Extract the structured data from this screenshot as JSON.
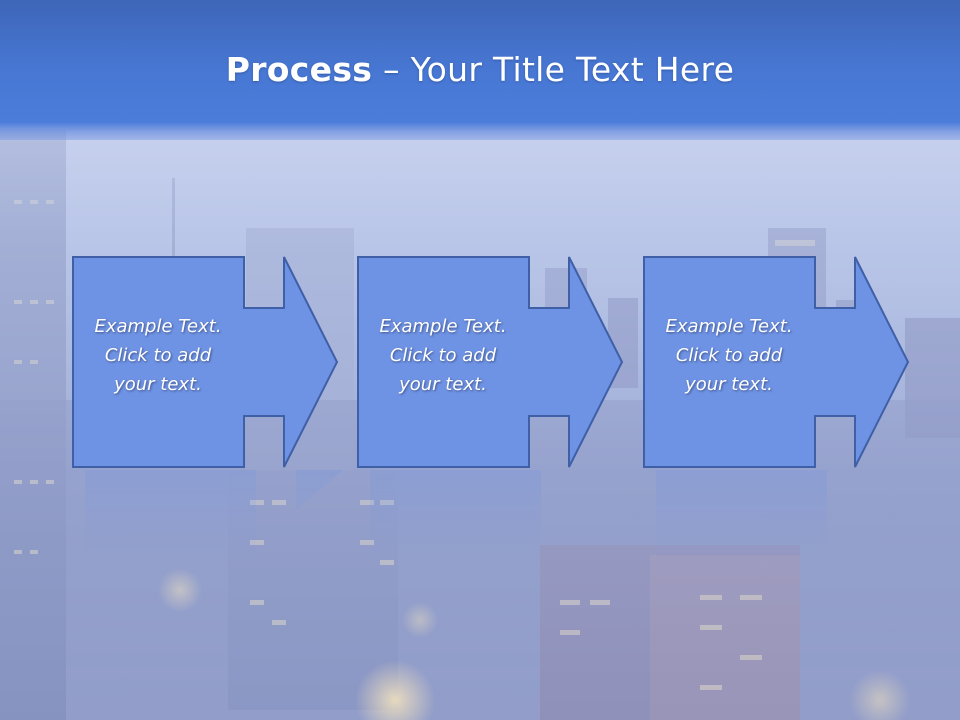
{
  "slide": {
    "title_bold": "Process",
    "title_rest": " – Your Title Text Here",
    "steps": [
      {
        "text_line1": "Example Text.",
        "text_line2": "Click  to add",
        "text_line3": "your text."
      },
      {
        "text_line1": "Example Text.",
        "text_line2": "Click  to add",
        "text_line3": "your text."
      },
      {
        "text_line1": "Example Text.",
        "text_line2": "Click  to add",
        "text_line3": "your text."
      }
    ]
  },
  "colors": {
    "title_bar": "#4777d3",
    "arrow_fill": "#6f93e4",
    "arrow_stroke": "#3f5fa6",
    "text": "#ffffff"
  },
  "icons": [
    "right-arrow-icon"
  ]
}
